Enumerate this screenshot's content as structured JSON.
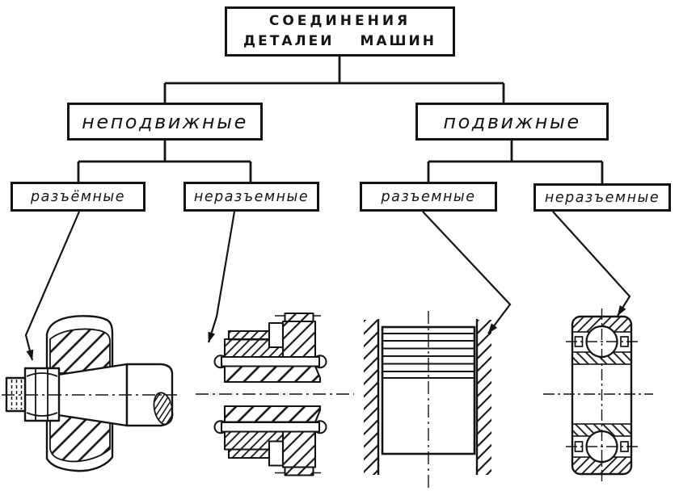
{
  "colors": {
    "ink": "#141414",
    "background": "#ffffff"
  },
  "diagram": {
    "root": {
      "line1": "СОЕДИНЕНИЯ",
      "line2_word1": "ДЕТАЛЕИ",
      "line2_word2": "МАШИН"
    },
    "level2": [
      {
        "label": "неподвижные"
      },
      {
        "label": "подвижные"
      }
    ],
    "level3": [
      {
        "label": "разъёмные"
      },
      {
        "label": "неразъемные"
      },
      {
        "label": "разъемные"
      },
      {
        "label": "неразъемные"
      }
    ],
    "drawings": [
      {
        "name": "bolted-taper-pin-joint"
      },
      {
        "name": "riveted-hub-joint"
      },
      {
        "name": "piston-in-cylinder"
      },
      {
        "name": "ball-bearing"
      }
    ]
  }
}
